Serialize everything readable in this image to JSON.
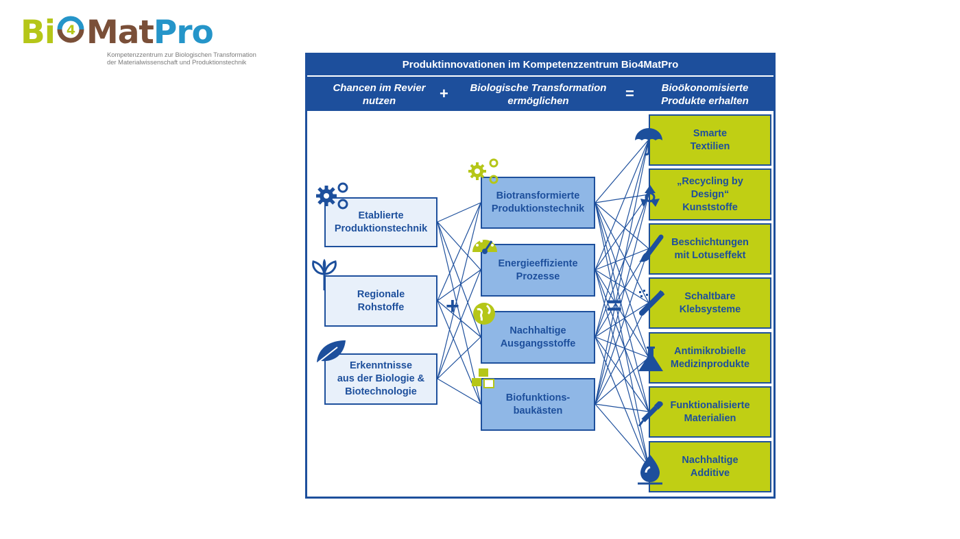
{
  "logo": {
    "bi": "Bi",
    "four": "4",
    "mat": "Mat",
    "pro": "Pro",
    "sub1": "Kompetenzzentrum zur Biologischen Transformation",
    "sub2": "der Materialwissenschaft und Produktionstechnik"
  },
  "title": "Produktinnovationen im Kompetenzzentrum Bio4MatPro",
  "headers": {
    "col1": "Chancen im Revier\nnutzen",
    "plus": "+",
    "col2": "Biologische Transformation\nermöglichen",
    "equals": "=",
    "col3": "Bioökonomisierte\nProdukte erhalten"
  },
  "left_items": [
    {
      "label": "Etablierte\nProduktionstechnik",
      "icon": "gears-icon"
    },
    {
      "label": "Regionale\nRohstoffe",
      "icon": "plant-icon"
    },
    {
      "label": "Erkenntnisse\naus der Biologie &\nBiotechnologie",
      "icon": "leaf-icon"
    }
  ],
  "middle_items": [
    {
      "label": "Biotransformierte\nProduktionstechnik",
      "icon": "gears-icon"
    },
    {
      "label": "Energieeffiziente\nProzesse",
      "icon": "gauge-icon"
    },
    {
      "label": "Nachhaltige\nAusgangsstoffe",
      "icon": "globe-icon"
    },
    {
      "label": "Biofunktions-\nbaukästen",
      "icon": "blocks-icon"
    }
  ],
  "right_items": [
    {
      "label": "Smarte\nTextilien",
      "icon": "umbrella-icon"
    },
    {
      "label": "„Recycling by\nDesign“\nKunststoffe",
      "icon": "recycle-icon"
    },
    {
      "label": "Beschichtungen\nmit Lotuseffekt",
      "icon": "brush-icon"
    },
    {
      "label": "Schaltbare\nKlebsysteme",
      "icon": "glue-icon"
    },
    {
      "label": "Antimikrobielle\nMedizinprodukte",
      "icon": "flask-icon"
    },
    {
      "label": "Funktionalisierte\nMaterialien",
      "icon": "pipette-icon"
    },
    {
      "label": "Nachhaltige\nAdditive",
      "icon": "drop-icon"
    }
  ],
  "colors": {
    "blue": "#1d4f9c",
    "green": "#c0cf14",
    "light_blue": "#8fb7e6",
    "pale_blue": "#e8f0fa"
  }
}
